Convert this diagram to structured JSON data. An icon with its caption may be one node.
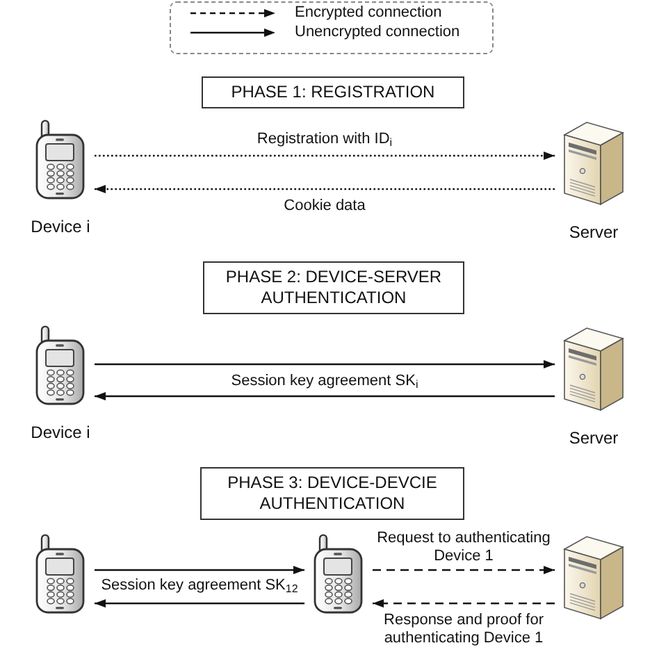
{
  "diagram": {
    "nodes": [
      {
        "text": [
          "PHASE 1: REGISTRATION"
        ]
      },
      {
        "text": [],
        "shape": "picture",
        "beside": [
          "Device i"
        ]
      },
      {
        "text": [],
        "shape": "picture",
        "beside": [
          "Server"
        ]
      },
      {
        "text": [
          "PHASE 2: DEVICE-SERVER AUTHENTICATION"
        ]
      },
      {
        "text": [],
        "shape": "picture",
        "beside": [
          "Device i"
        ]
      },
      {
        "text": [],
        "shape": "picture",
        "beside": [
          "Server"
        ]
      },
      {
        "text": [
          "PHASE 3: DEVICE-DEVCIE AUTHENTICATION"
        ]
      },
      {
        "text": [],
        "shape": "picture"
      },
      {
        "text": [],
        "shape": "picture"
      },
      {
        "text": [],
        "shape": "picture"
      }
    ],
    "edges": [
      {
        "from": 1,
        "to": 2,
        "arrow": "to",
        "style": "dashed",
        "label": "Registration with ID$_{i}$"
      },
      {
        "from": 2,
        "to": 1,
        "arrow": "to",
        "style": "dashed",
        "label": "Cookie data"
      },
      {
        "from": 4,
        "to": 5,
        "arrow": "to",
        "label": "Session key agreement SK$_{i}$"
      },
      {
        "from": 5,
        "to": 4,
        "arrow": "to"
      },
      {
        "from": 7,
        "to": 8,
        "arrow": "to",
        "label": "Session key agreement SK$_{12}$"
      },
      {
        "from": 8,
        "to": 7,
        "arrow": "to"
      },
      {
        "from": 8,
        "to": 9,
        "arrow": "to",
        "style": "dashed",
        "label": "Request to authenticating Device 1"
      },
      {
        "from": 9,
        "to": 8,
        "arrow": "to",
        "style": "dashed",
        "label": "Response and proof for authenticating Device 1"
      }
    ],
    "legend": [
      {
        "text": "Encrypted connection"
      },
      {
        "text": "Unencrypted connection"
      }
    ]
  }
}
